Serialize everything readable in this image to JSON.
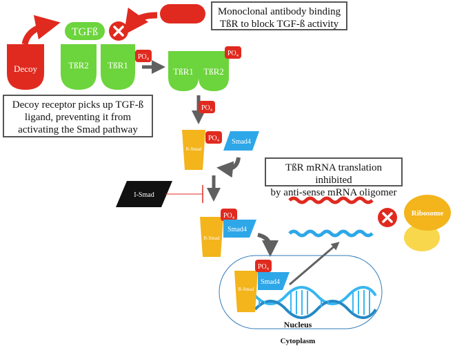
{
  "colors": {
    "red": "#e02a1f",
    "green": "#6cd43c",
    "orange": "#f3b41c",
    "blue": "#2ea7e8",
    "black": "#111111",
    "arrow": "#606060",
    "ribosome": "#f3b41c",
    "nucleus_border": "#2d79b8"
  },
  "labels": {
    "tgfb": "TGFß",
    "decoy": "Decoy",
    "tbr2": "TßR2",
    "tbr1": "TßR1",
    "po4": "PO₄",
    "r_smad": "R-Smad",
    "smad4": "Smad4",
    "i_smad": "I-Smad",
    "ribosome": "Ribosome",
    "nucleus": "Nucleus",
    "cytoplasm": "Cytoplasm"
  },
  "callouts": {
    "antibody": [
      "Monoclonal antibody binding",
      "TßR to block TGF-ß activity"
    ],
    "decoy": [
      "Decoy receptor picks up TGF-ß",
      "ligand, preventing it from",
      "activating the Smad pathway"
    ],
    "antisense": [
      "TßR mRNA translation inhibited",
      "by anti-sense mRNA oligomer"
    ]
  }
}
